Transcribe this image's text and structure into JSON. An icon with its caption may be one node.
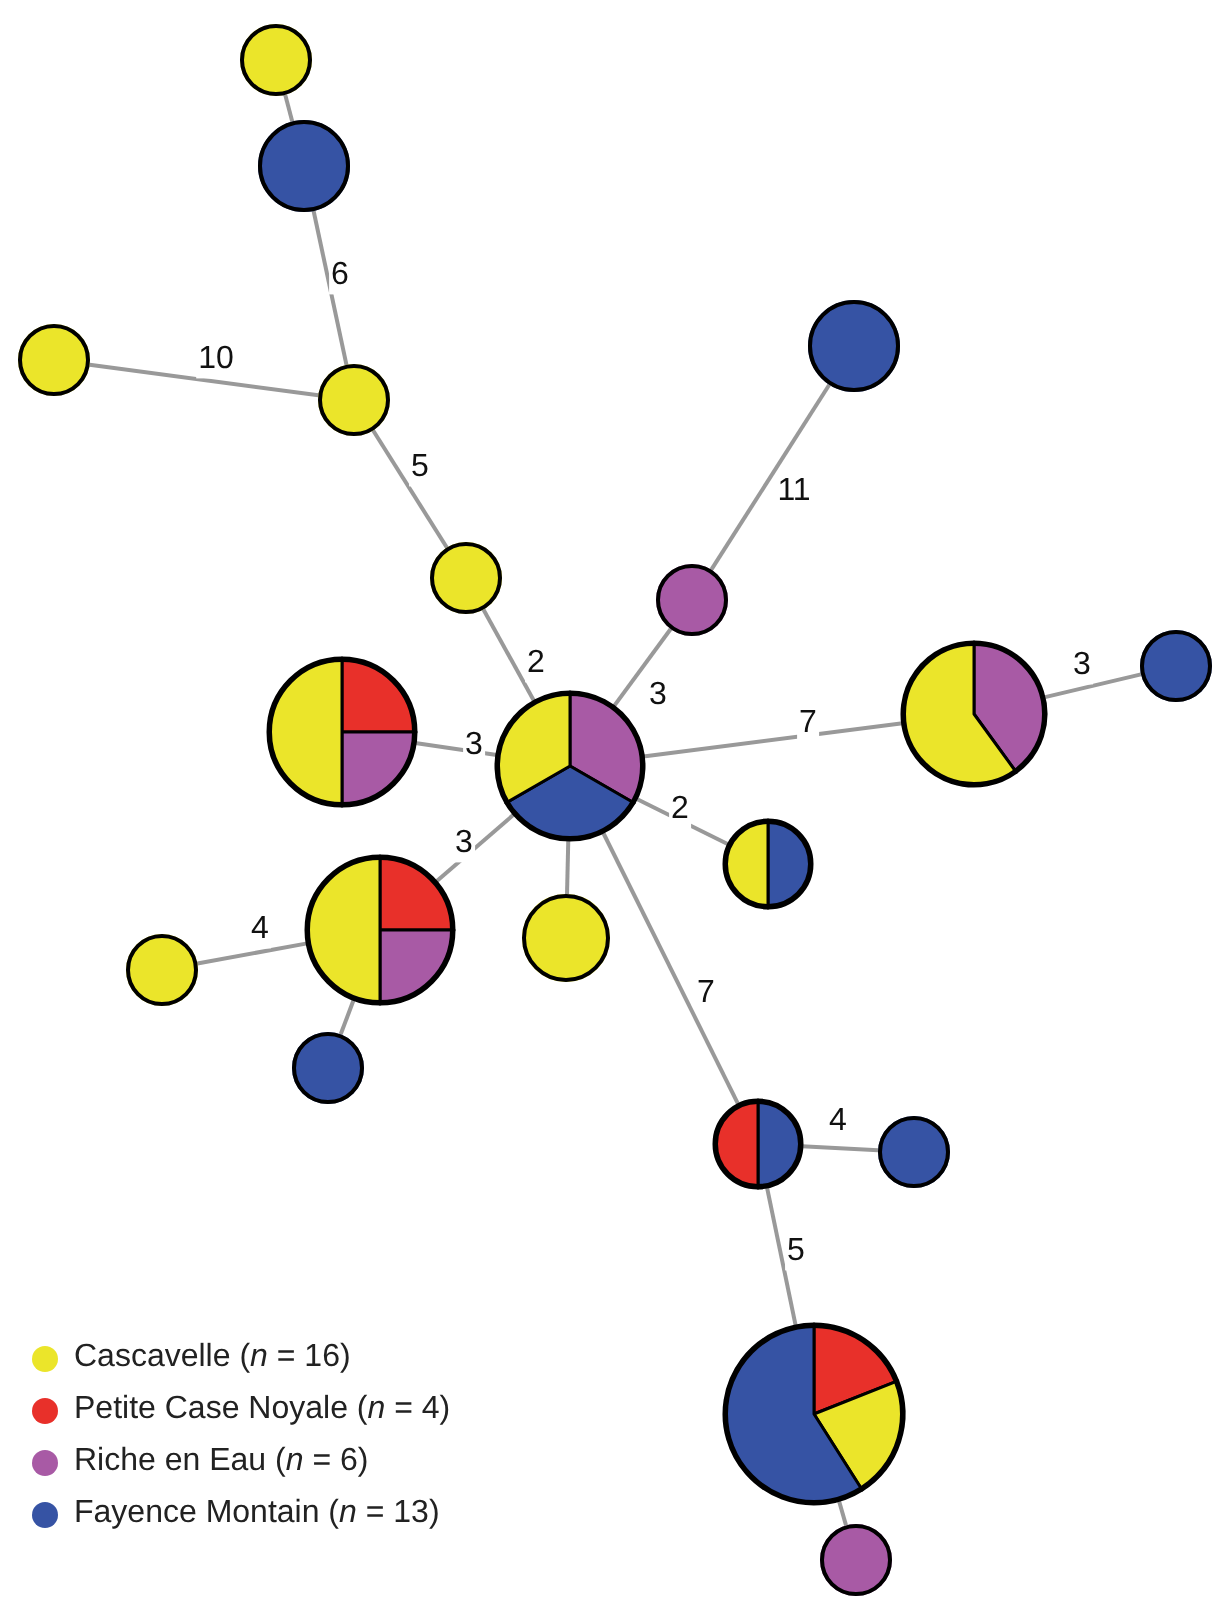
{
  "diagram": {
    "nodes": [
      {
        "text": [],
        "shape": "circle"
      },
      {
        "text": [],
        "shape": "circle"
      },
      {
        "text": [],
        "shape": "circle"
      },
      {
        "text": [],
        "shape": "circle"
      },
      {
        "text": [],
        "shape": "circle"
      },
      {
        "text": [],
        "shape": "circle"
      },
      {
        "text": [],
        "shape": "circle"
      },
      {
        "text": [],
        "shape": "circle"
      },
      {
        "text": [],
        "shape": "circle"
      },
      {
        "text": [],
        "shape": "circle"
      },
      {
        "text": [],
        "shape": "circle"
      },
      {
        "text": [],
        "shape": "circle"
      },
      {
        "text": [],
        "shape": "circle"
      },
      {
        "text": [],
        "shape": "circle"
      },
      {
        "text": [],
        "shape": "circle"
      },
      {
        "text": [],
        "shape": "circle"
      },
      {
        "text": [],
        "shape": "circle"
      },
      {
        "text": [],
        "shape": "circle"
      },
      {
        "text": [],
        "shape": "circle"
      },
      {
        "text": [],
        "shape": "circle"
      }
    ],
    "edges": [
      {
        "from": 0,
        "to": 1,
        "arrow": "none"
      },
      {
        "from": 1,
        "to": 3,
        "arrow": "none",
        "label": "6"
      },
      {
        "from": 2,
        "to": 3,
        "arrow": "none",
        "label": "10"
      },
      {
        "from": 3,
        "to": 4,
        "arrow": "none",
        "label": "5"
      },
      {
        "from": 4,
        "to": 8,
        "arrow": "none",
        "label": "2"
      },
      {
        "from": 5,
        "to": 6,
        "arrow": "none",
        "label": "11"
      },
      {
        "from": 6,
        "to": 8,
        "arrow": "none",
        "label": "3"
      },
      {
        "from": 7,
        "to": 8,
        "arrow": "none",
        "label": "3"
      },
      {
        "from": 8,
        "to": 9,
        "arrow": "none",
        "label": "7"
      },
      {
        "from": 9,
        "to": 10,
        "arrow": "none",
        "label": "3"
      },
      {
        "from": 8,
        "to": 14,
        "arrow": "none",
        "label": "2"
      },
      {
        "from": 8,
        "to": 12,
        "arrow": "none",
        "label": "3"
      },
      {
        "from": 8,
        "to": 13,
        "arrow": "none"
      },
      {
        "from": 12,
        "to": 11,
        "arrow": "none",
        "label": "4"
      },
      {
        "from": 12,
        "to": 15,
        "arrow": "none"
      },
      {
        "from": 8,
        "to": 16,
        "arrow": "none",
        "label": "7"
      },
      {
        "from": 16,
        "to": 17,
        "arrow": "none",
        "label": "4"
      },
      {
        "from": 16,
        "to": 18,
        "arrow": "none",
        "label": "5"
      },
      {
        "from": 18,
        "to": 19,
        "arrow": "none"
      }
    ],
    "legend": [
      {
        "text": "Cascavelle (*n* = 16)",
        "color": "#ebe52a"
      },
      {
        "text": "Petite Case Noyale (*n* = 4)",
        "color": "#e8302a"
      },
      {
        "text": "Riche en Eau (*n* = 6)",
        "color": "#a85aa5"
      },
      {
        "text": "Fayence Montain (*n* = 13)",
        "color": "#3653a4"
      }
    ]
  }
}
